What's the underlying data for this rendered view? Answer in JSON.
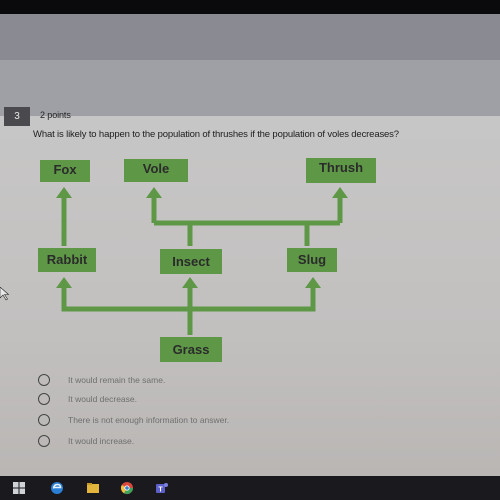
{
  "question": {
    "number": "3",
    "points": "2 points",
    "text": "What is likely to happen to the population of thrushes if the population of voles decreases?"
  },
  "diagram": {
    "boxes": {
      "fox": "Fox",
      "vole": "Vole",
      "thrush": "Thrush",
      "rabbit": "Rabbit",
      "insect": "Insect",
      "slug": "Slug",
      "grass": "Grass"
    },
    "box_color": "#5e9847",
    "arrow_color": "#5e9847"
  },
  "options": [
    {
      "label": "It would remain the same."
    },
    {
      "label": "It would decrease."
    },
    {
      "label": "There is not enough information to answer."
    },
    {
      "label": "It would increase."
    }
  ],
  "taskbar": {
    "icons": [
      "windows-start-icon",
      "edge-icon",
      "file-explorer-icon",
      "chrome-icon",
      "teams-icon"
    ]
  }
}
